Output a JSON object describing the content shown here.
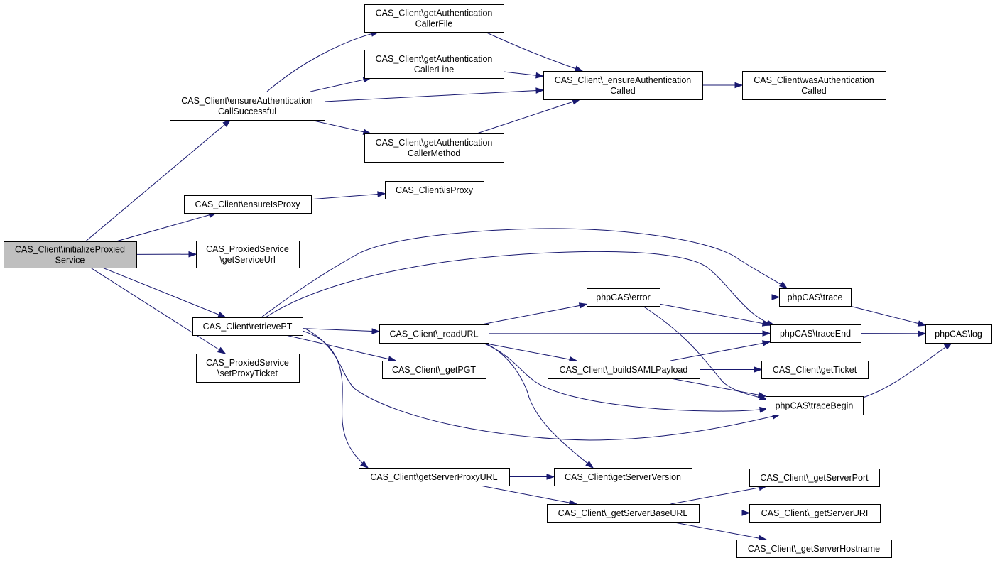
{
  "diagram": {
    "nodes": [
      {
        "id": "initializeProxiedService",
        "lines": [
          "CAS_Client\\initializeProxied",
          "Service"
        ],
        "root": true
      },
      {
        "id": "ensureAuthenticationCallSuccessful",
        "lines": [
          "CAS_Client\\ensureAuthentication",
          "CallSuccessful"
        ]
      },
      {
        "id": "ensureIsProxy",
        "lines": [
          "CAS_Client\\ensureIsProxy"
        ]
      },
      {
        "id": "getServiceUrl",
        "lines": [
          "CAS_ProxiedService",
          "\\getServiceUrl"
        ]
      },
      {
        "id": "retrievePT",
        "lines": [
          "CAS_Client\\retrievePT"
        ]
      },
      {
        "id": "setProxyTicket",
        "lines": [
          "CAS_ProxiedService",
          "\\setProxyTicket"
        ]
      },
      {
        "id": "getAuthenticationCallerFile",
        "lines": [
          "CAS_Client\\getAuthentication",
          "CallerFile"
        ]
      },
      {
        "id": "getAuthenticationCallerLine",
        "lines": [
          "CAS_Client\\getAuthentication",
          "CallerLine"
        ]
      },
      {
        "id": "getAuthenticationCallerMethod",
        "lines": [
          "CAS_Client\\getAuthentication",
          "CallerMethod"
        ]
      },
      {
        "id": "_ensureAuthenticationCalled",
        "lines": [
          "CAS_Client\\_ensureAuthentication",
          "Called"
        ]
      },
      {
        "id": "wasAuthenticationCalled",
        "lines": [
          "CAS_Client\\wasAuthentication",
          "Called"
        ]
      },
      {
        "id": "isProxy",
        "lines": [
          "CAS_Client\\isProxy"
        ]
      },
      {
        "id": "_readURL",
        "lines": [
          "CAS_Client\\_readURL"
        ]
      },
      {
        "id": "_getPGT",
        "lines": [
          "CAS_Client\\_getPGT"
        ]
      },
      {
        "id": "getServerProxyURL",
        "lines": [
          "CAS_Client\\getServerProxyURL"
        ]
      },
      {
        "id": "error",
        "lines": [
          "phpCAS\\error"
        ]
      },
      {
        "id": "_buildSAMLPayload",
        "lines": [
          "CAS_Client\\_buildSAMLPayload"
        ]
      },
      {
        "id": "getServerVersion",
        "lines": [
          "CAS_Client\\getServerVersion"
        ]
      },
      {
        "id": "_getServerBaseURL",
        "lines": [
          "CAS_Client\\_getServerBaseURL"
        ]
      },
      {
        "id": "trace",
        "lines": [
          "phpCAS\\trace"
        ]
      },
      {
        "id": "traceEnd",
        "lines": [
          "phpCAS\\traceEnd"
        ]
      },
      {
        "id": "getTicket",
        "lines": [
          "CAS_Client\\getTicket"
        ]
      },
      {
        "id": "traceBegin",
        "lines": [
          "phpCAS\\traceBegin"
        ]
      },
      {
        "id": "_getServerPort",
        "lines": [
          "CAS_Client\\_getServerPort"
        ]
      },
      {
        "id": "_getServerURI",
        "lines": [
          "CAS_Client\\_getServerURI"
        ]
      },
      {
        "id": "_getServerHostname",
        "lines": [
          "CAS_Client\\_getServerHostname"
        ]
      },
      {
        "id": "log",
        "lines": [
          "phpCAS\\log"
        ]
      }
    ],
    "edges": [
      [
        "initializeProxiedService",
        "ensureAuthenticationCallSuccessful"
      ],
      [
        "initializeProxiedService",
        "ensureIsProxy"
      ],
      [
        "initializeProxiedService",
        "getServiceUrl"
      ],
      [
        "initializeProxiedService",
        "retrievePT"
      ],
      [
        "initializeProxiedService",
        "setProxyTicket"
      ],
      [
        "ensureAuthenticationCallSuccessful",
        "getAuthenticationCallerFile"
      ],
      [
        "ensureAuthenticationCallSuccessful",
        "getAuthenticationCallerLine"
      ],
      [
        "ensureAuthenticationCallSuccessful",
        "_ensureAuthenticationCalled"
      ],
      [
        "ensureAuthenticationCallSuccessful",
        "getAuthenticationCallerMethod"
      ],
      [
        "getAuthenticationCallerFile",
        "_ensureAuthenticationCalled"
      ],
      [
        "getAuthenticationCallerLine",
        "_ensureAuthenticationCalled"
      ],
      [
        "getAuthenticationCallerMethod",
        "_ensureAuthenticationCalled"
      ],
      [
        "_ensureAuthenticationCalled",
        "wasAuthenticationCalled"
      ],
      [
        "ensureIsProxy",
        "isProxy"
      ],
      [
        "retrievePT",
        "trace"
      ],
      [
        "retrievePT",
        "traceEnd"
      ],
      [
        "retrievePT",
        "_readURL"
      ],
      [
        "retrievePT",
        "_getPGT"
      ],
      [
        "retrievePT",
        "traceBegin"
      ],
      [
        "retrievePT",
        "getServerProxyURL"
      ],
      [
        "_readURL",
        "error"
      ],
      [
        "_readURL",
        "traceEnd"
      ],
      [
        "_readURL",
        "_buildSAMLPayload"
      ],
      [
        "_readURL",
        "traceBegin"
      ],
      [
        "_readURL",
        "getServerVersion"
      ],
      [
        "error",
        "trace"
      ],
      [
        "error",
        "traceEnd"
      ],
      [
        "error",
        "traceBegin"
      ],
      [
        "_buildSAMLPayload",
        "traceEnd"
      ],
      [
        "_buildSAMLPayload",
        "getTicket"
      ],
      [
        "_buildSAMLPayload",
        "traceBegin"
      ],
      [
        "getServerProxyURL",
        "getServerVersion"
      ],
      [
        "getServerProxyURL",
        "_getServerBaseURL"
      ],
      [
        "_getServerBaseURL",
        "_getServerPort"
      ],
      [
        "_getServerBaseURL",
        "_getServerURI"
      ],
      [
        "_getServerBaseURL",
        "_getServerHostname"
      ],
      [
        "trace",
        "log"
      ],
      [
        "traceEnd",
        "log"
      ],
      [
        "traceBegin",
        "log"
      ]
    ]
  }
}
